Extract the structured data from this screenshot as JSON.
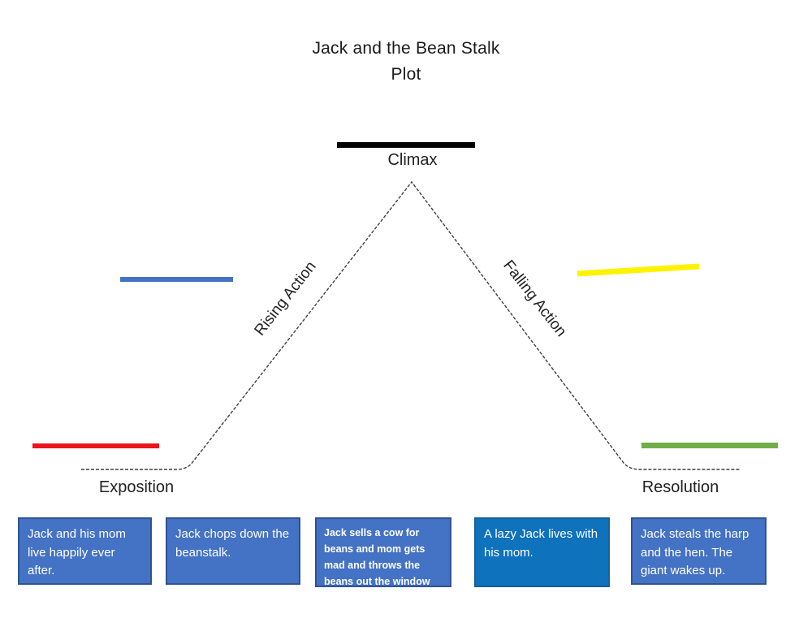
{
  "title": {
    "line1": "Jack and the Bean Stalk",
    "line2": "Plot"
  },
  "diagram": {
    "climax_label": "Climax",
    "rising_label": "Rising Action",
    "falling_label": "Falling Action",
    "exposition_label": "Exposition",
    "resolution_label": "Resolution"
  },
  "colors": {
    "line": "#3f3f3f",
    "climax_bar": "#000000",
    "rising_bar": "#4472c4",
    "falling_bar": "#fff200",
    "exposition_bar": "#e8151b",
    "resolution_bar": "#70ad47",
    "card_blue": "#4472c4",
    "card_bright_blue": "#0e72bd",
    "card_border": "#2e5395",
    "card_text": "#ffffff"
  },
  "cards": [
    {
      "text": "Jack and his mom live happily ever after."
    },
    {
      "text": "Jack chops down the beanstalk."
    },
    {
      "text": "Jack sells a cow for beans and mom gets mad and throws the beans out the window"
    },
    {
      "text": "A lazy Jack lives with his mom."
    },
    {
      "text": "Jack steals the harp and the hen. The giant wakes up."
    }
  ]
}
